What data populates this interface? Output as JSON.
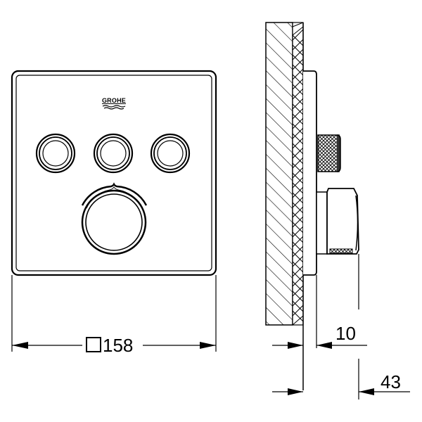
{
  "drawing": {
    "brand_logo": "GROHE",
    "front_view": {
      "plate_shape": "square",
      "buttons_count": 3,
      "knob": "round thermostat knob"
    },
    "side_view": {
      "wall": "hatched wall section",
      "components": [
        "plate",
        "knurled button",
        "thermostat knob"
      ]
    },
    "dimensions": {
      "plate_width_label": "158",
      "plate_width_symbol": "square",
      "plate_depth_label": "10",
      "total_depth_label": "43"
    },
    "colors": {
      "line": "#000000",
      "background": "#ffffff"
    }
  }
}
